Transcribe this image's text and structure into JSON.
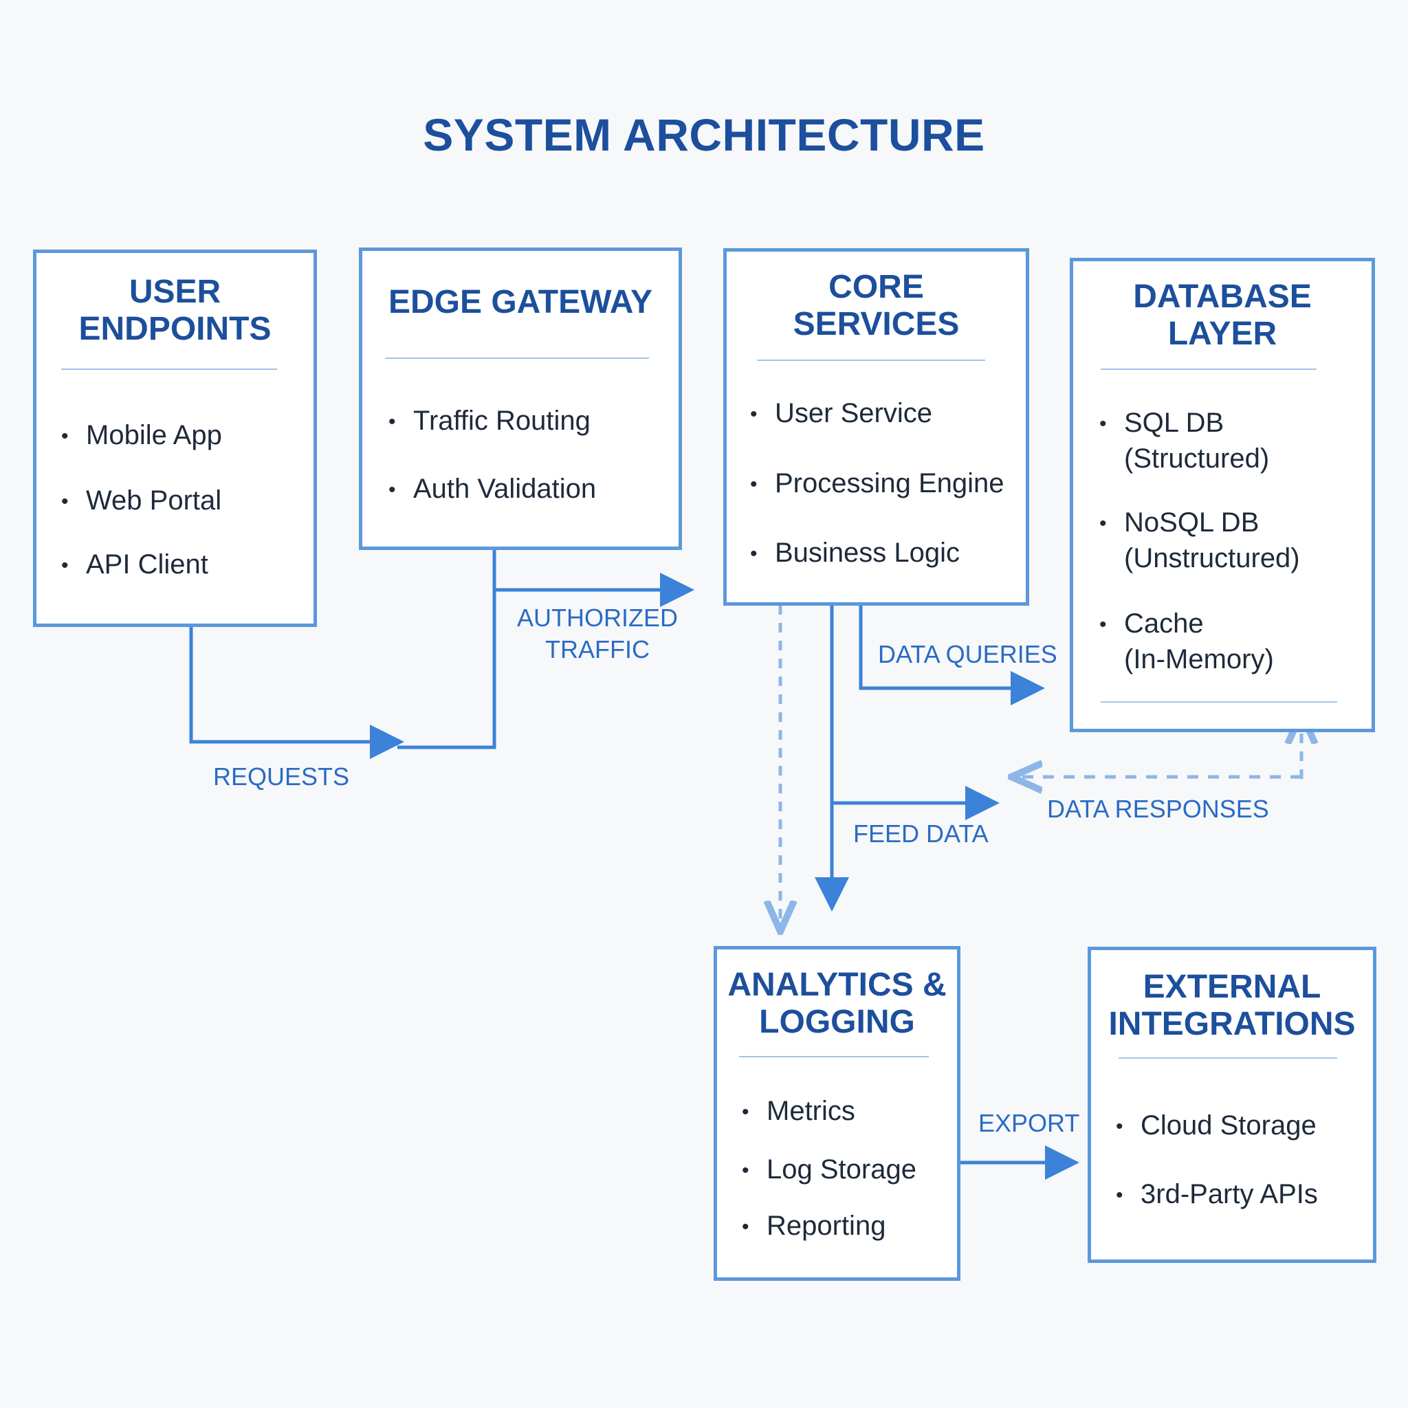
{
  "title": "SYSTEM ARCHITECTURE",
  "colors": {
    "box_border": "#5b98dc",
    "heading": "#1c4f9c",
    "arrow": "#3b82d8",
    "dashed_arrow": "#8db6e8"
  },
  "boxes": {
    "user_endpoints": {
      "title": [
        "USER",
        "ENDPOINTS"
      ],
      "items": [
        "Mobile App",
        "Web Portal",
        "API Client"
      ]
    },
    "edge_gateway": {
      "title": [
        "EDGE GATEWAY"
      ],
      "items": [
        "Traffic Routing",
        "Auth Validation"
      ]
    },
    "core_services": {
      "title": [
        "CORE",
        "SERVICES"
      ],
      "items": [
        "User Service",
        "Processing Engine",
        "Business Logic"
      ]
    },
    "database_layer": {
      "title": [
        "DATABASE",
        "LAYER"
      ],
      "items": [
        {
          "line1": "SQL DB",
          "line2": "(Structured)"
        },
        {
          "line1": "NoSQL DB",
          "line2": "(Unstructured)"
        },
        {
          "line1": "Cache",
          "line2": "(In-Memory)"
        }
      ]
    },
    "analytics_logging": {
      "title": [
        "ANALYTICS &",
        "LOGGING"
      ],
      "items": [
        "Metrics",
        "Log Storage",
        "Reporting"
      ]
    },
    "external_integrations": {
      "title": [
        "EXTERNAL",
        "INTEGRATIONS"
      ],
      "items": [
        "Cloud Storage",
        "3rd-Party APIs"
      ]
    }
  },
  "flows": {
    "requests": "REQUESTS",
    "authorized_traffic": [
      "AUTHORIZED",
      "TRAFFIC"
    ],
    "data_queries": "DATA QUERIES",
    "data_responses": "DATA RESPONSES",
    "feed_data": "FEED DATA",
    "export": "EXPORT"
  },
  "bullet": "•"
}
